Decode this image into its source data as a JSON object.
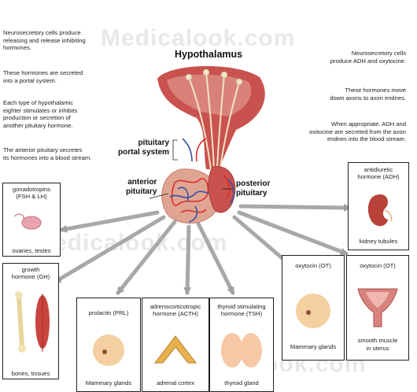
{
  "watermark": "Medicalook.com",
  "title": "Hypothalamus",
  "left_notes": [
    "Neurosecretory cells produce\nreleasing and release inhibiting\nhormones.",
    "These hormones are secreted\ninto a portal system.",
    "Each type of hypothalamic\neighter stimulates or inhibits\nproduction or secretion of\nanother pituitary hormone.",
    "The anterior pituitary secretes\nits hormones into a blood stream."
  ],
  "right_notes": [
    "Neurosecretory cells\nproduce ADH and oxytocine.",
    "These hormones move\ndown axons to axon endnes.",
    "When appropriate, ADH and\noxitocine are secreted from the axon\nendnes into the blood stream."
  ],
  "labels": {
    "portal": "pituitary\nportal system",
    "anterior": "anterior\npituitary",
    "posterior": "posterior\npituitary"
  },
  "boxes": {
    "gonadotropins": {
      "title": "gonadotropins\n(FSH & LH)",
      "target": "ovaries, testes"
    },
    "gh": {
      "title": "growth\nhormone (GH)",
      "target": "bones, tissues"
    },
    "prolactin": {
      "title": "prolactin (PRL)",
      "target": "Mammary glands"
    },
    "acth": {
      "title": "adrenocorticotropic\nhormone (ACTH)",
      "target": "adrenal cortex"
    },
    "tsh": {
      "title": "thyroid stimulating\nhormone (TSH)",
      "target": "thyroid gland"
    },
    "oxytocin1": {
      "title": "oxytocin (OT)",
      "target": "Mammary glands"
    },
    "oxytocin2": {
      "title": "oxytocin (OT)",
      "target": "smooth muscle\nin uterus"
    },
    "adh": {
      "title": "antidiuretic\nhormone (ADH)",
      "target": "kidney tubules"
    }
  },
  "colors": {
    "tissue": "#c9524e",
    "pituitary": "#e0a592",
    "vessel_red": "#d9302b",
    "vessel_blue": "#3852a8",
    "arrow": "#a0a0a0"
  }
}
